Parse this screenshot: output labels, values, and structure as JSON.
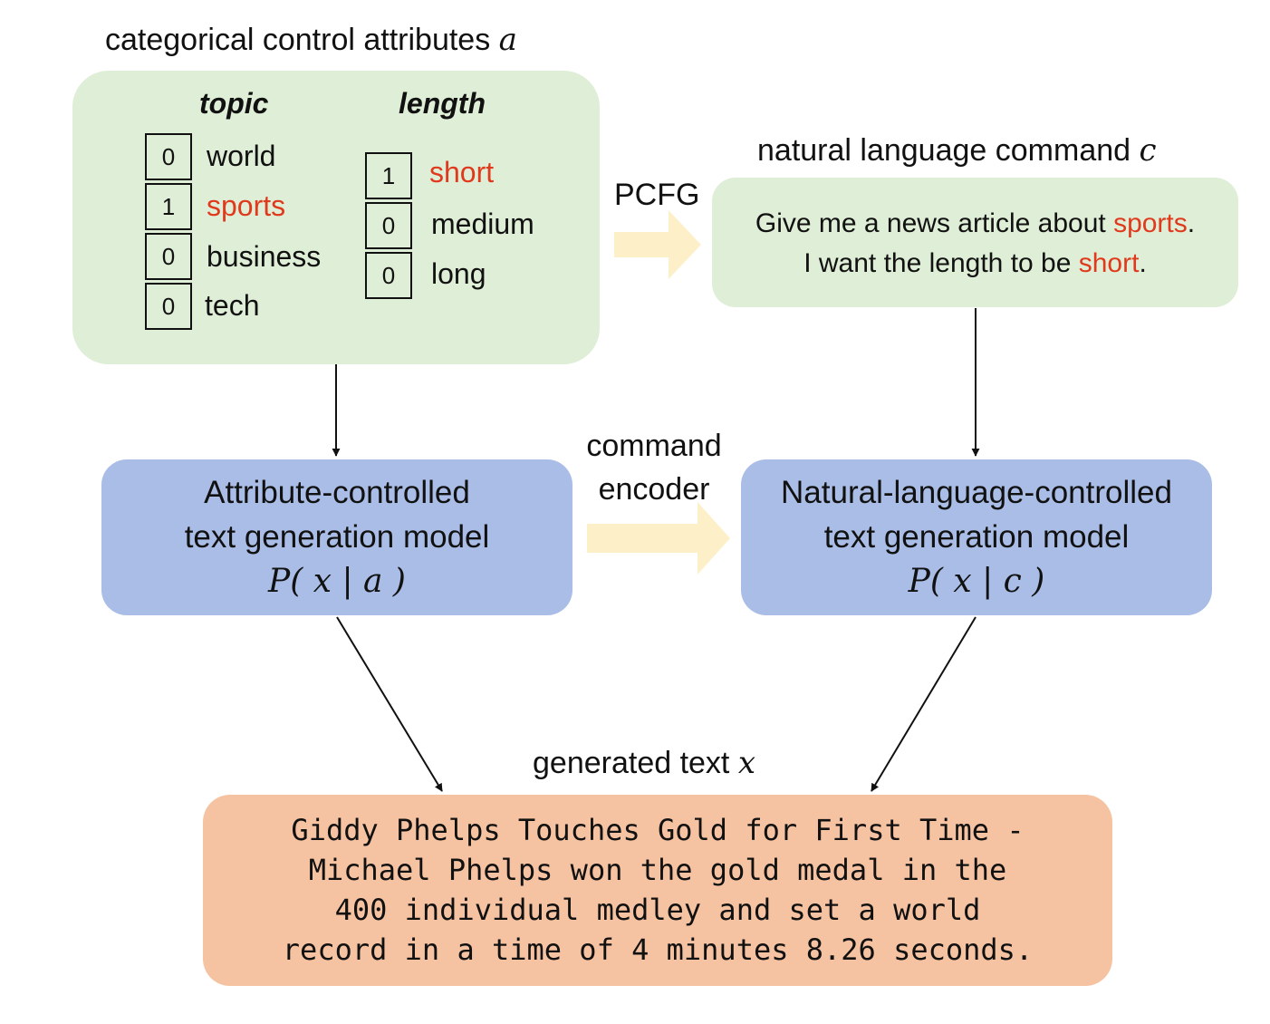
{
  "attributes": {
    "title_text": "categorical control attributes ",
    "title_var": "a",
    "topic": {
      "header": "topic",
      "items": [
        {
          "value": "0",
          "label": "world",
          "selected": false
        },
        {
          "value": "1",
          "label": "sports",
          "selected": true
        },
        {
          "value": "0",
          "label": "business",
          "selected": false
        },
        {
          "value": "0",
          "label": "tech",
          "selected": false
        }
      ]
    },
    "length": {
      "header": "length",
      "items": [
        {
          "value": "1",
          "label": "short",
          "selected": true
        },
        {
          "value": "0",
          "label": "medium",
          "selected": false
        },
        {
          "value": "0",
          "label": "long",
          "selected": false
        }
      ]
    }
  },
  "pcfg_label": "PCFG",
  "command": {
    "title_text": "natural language command ",
    "title_var": "c",
    "line1_pre": "Give me a news article about ",
    "line1_hl": "sports",
    "line1_post": ".",
    "line2_pre": "I want the length to be ",
    "line2_hl": "short",
    "line2_post": "."
  },
  "encoder_label": {
    "line1": "command",
    "line2": "encoder"
  },
  "attr_model": {
    "line1": "Attribute-controlled",
    "line2": "text generation model",
    "formula": "P( x | a )"
  },
  "nl_model": {
    "line1": "Natural-language-controlled",
    "line2": "text generation model",
    "formula": "P( x | c )"
  },
  "generated": {
    "title_text": "generated text ",
    "title_var": "x",
    "lines": [
      "Giddy Phelps Touches Gold for First Time -",
      "Michael Phelps won the gold medal in the",
      "400 individual medley and set a world",
      "record in a time of 4 minutes 8.26 seconds."
    ]
  },
  "colors": {
    "green_box": "#dfeed6",
    "blue_box": "#a9bde6",
    "orange_box": "#f6c3a2",
    "highlight_red": "#e03a1e",
    "arrow_fill": "#fdf0c8"
  }
}
